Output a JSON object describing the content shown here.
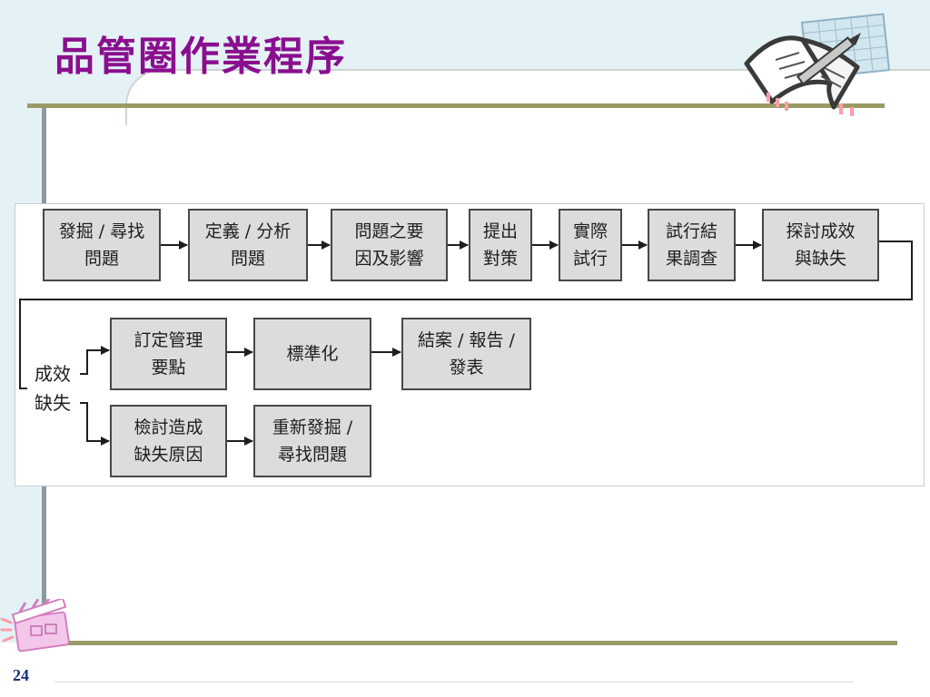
{
  "slide": {
    "title": "品管圈作業程序",
    "page_number": "24"
  },
  "flowchart": {
    "main_steps": [
      "發掘 / 尋找\n問題",
      "定義 / 分析\n問題",
      "問題之要\n因及影響",
      "提出\n對策",
      "實際\n試行",
      "試行結\n果調查",
      "探討成效\n與缺失"
    ],
    "branch_label": "成效\n缺失",
    "success_steps": [
      "訂定管理\n要點",
      "標準化",
      "結案 / 報告 /\n發表"
    ],
    "failure_steps": [
      "檢討造成\n缺失原因",
      "重新發掘 /\n尋找問題"
    ]
  }
}
